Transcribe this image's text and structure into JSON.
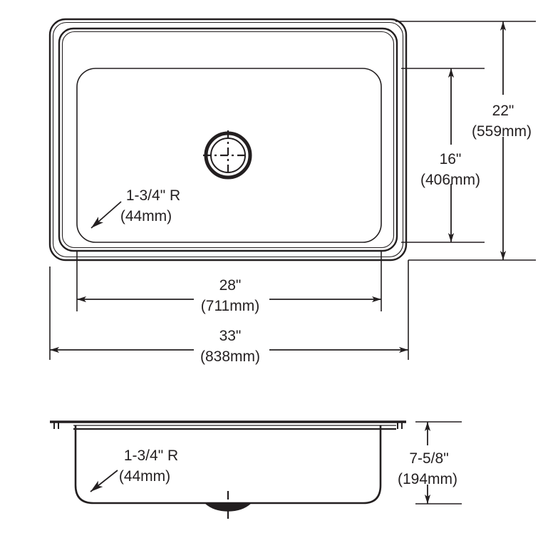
{
  "drawing": {
    "title": "Sink Dimensional Drawing",
    "line_color": "#231f20",
    "background_color": "#ffffff",
    "views": {
      "top": {
        "name": "top-view",
        "features": [
          "outer-rim",
          "inner-rim",
          "bowl-outline",
          "drain"
        ]
      },
      "side": {
        "name": "side-view",
        "features": [
          "rim-flange",
          "bowl-profile",
          "drain-boss",
          "centerline"
        ]
      }
    },
    "dimensions": {
      "bowl_width": {
        "imperial": "28\"",
        "metric": "(711mm)",
        "orientation": "horizontal",
        "view": "top"
      },
      "overall_width": {
        "imperial": "33\"",
        "metric": "(838mm)",
        "orientation": "horizontal",
        "view": "top"
      },
      "bowl_depth_front_to_back": {
        "imperial": "16\"",
        "metric": "(406mm)",
        "orientation": "vertical",
        "view": "top"
      },
      "overall_depth_front_to_back": {
        "imperial": "22\"",
        "metric": "(559mm)",
        "orientation": "vertical",
        "view": "top"
      },
      "bowl_height": {
        "imperial": "7-5/8\"",
        "metric": "(194mm)",
        "orientation": "vertical",
        "view": "side"
      },
      "corner_radius_top": {
        "imperial": "1-3/4\" R",
        "metric": "(44mm)",
        "orientation": "leader",
        "view": "top"
      },
      "corner_radius_side": {
        "imperial": "1-3/4\" R",
        "metric": "(44mm)",
        "orientation": "leader",
        "view": "side"
      }
    }
  }
}
